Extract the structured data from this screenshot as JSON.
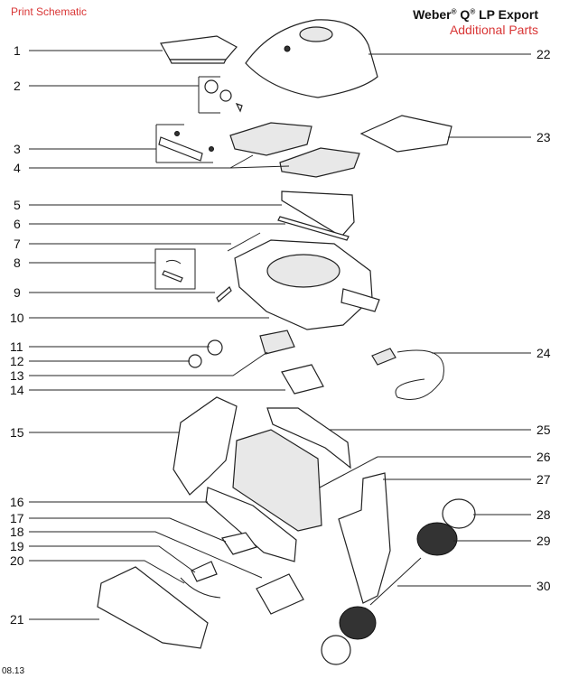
{
  "header": {
    "print_link": "Print Schematic",
    "brand_prefix": "Weber",
    "brand_reg": "®",
    "brand_q": " Q",
    "brand_reg2": "®",
    "brand_suffix": " LP Export",
    "subtitle": "Additional Parts"
  },
  "footer": {
    "date_code": "08.13"
  },
  "callouts": [
    "1",
    "2",
    "3",
    "4",
    "5",
    "6",
    "7",
    "8",
    "9",
    "10",
    "11",
    "12",
    "13",
    "14",
    "15",
    "16",
    "17",
    "18",
    "19",
    "20",
    "21",
    "22",
    "23",
    "24",
    "25",
    "26",
    "27",
    "28",
    "29",
    "30"
  ]
}
